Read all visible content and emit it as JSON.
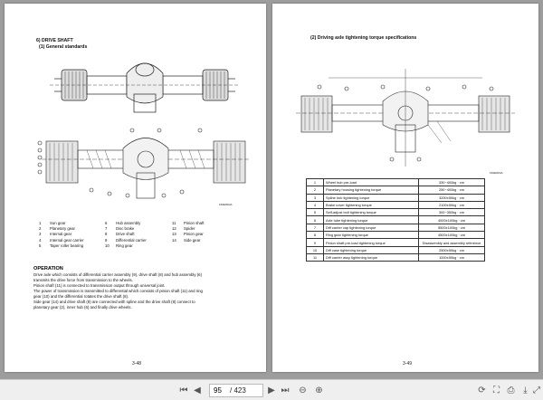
{
  "left_page": {
    "section_title": "6) DRIVE SHAFT",
    "subsection_title": "(1) General standards",
    "figure_code": "160E0D4A",
    "legend": [
      {
        "num": "1",
        "label": "Sun gear"
      },
      {
        "num": "2",
        "label": "Planetary gear"
      },
      {
        "num": "3",
        "label": "Internal gear"
      },
      {
        "num": "4",
        "label": "Internal gear carrier"
      },
      {
        "num": "5",
        "label": "Taper roller bearing"
      },
      {
        "num": "6",
        "label": "Hub assembly"
      },
      {
        "num": "7",
        "label": "Disc brake"
      },
      {
        "num": "8",
        "label": "Drive shaft"
      },
      {
        "num": "9",
        "label": "Differential carrier"
      },
      {
        "num": "10",
        "label": "Ring gear"
      },
      {
        "num": "11",
        "label": "Pinion shaft"
      },
      {
        "num": "12",
        "label": "Spider"
      },
      {
        "num": "13",
        "label": "Pinion gear"
      },
      {
        "num": "14",
        "label": "Side gear"
      }
    ],
    "operation_title": "OPERATION",
    "operation_lines": [
      "Drive axle which consists of differential carrier assembly (9), drive shaft (8) and hub assembly (6)",
      "transmits the drive force from transmission to the wheels.",
      "Pinion shaft (11) is connected to transmission output through universal joint.",
      "The power of transmission is transmitted to differential which consists of pinion shaft (11) and ring",
      "gear (10) and the differential rotates the drive shaft (8).",
      "Side gear (14) and drive shaft (8) are connected with spline and the drive shaft (8) connect to",
      "planetary gear (2), inner hub (6) and finally drive wheels."
    ],
    "page_number": "3-48"
  },
  "right_page": {
    "section_title": "(2) Driving axle tightening torque specifications",
    "figure_code": "160E0D4A",
    "torque_table": [
      {
        "no": "1",
        "item": "Wheel hub pre-load",
        "value": "330~400kg · cm"
      },
      {
        "no": "2",
        "item": "Planetary housing tightening torque",
        "value": "250~400kg · cm"
      },
      {
        "no": "3",
        "item": "Spline hub tightening torque",
        "value": "3200±50kg · cm"
      },
      {
        "no": "4",
        "item": "Brake cover tightening torque",
        "value": "2100±50kg · cm"
      },
      {
        "no": "5",
        "item": "Self-adjust bolt tightening torque",
        "value": "300~350kg · cm"
      },
      {
        "no": "6",
        "item": "Axle tube tightening torque",
        "value": "4000±100kg · cm"
      },
      {
        "no": "7",
        "item": "Diff carrier cap tightening torque",
        "value": "5500±100kg · cm"
      },
      {
        "no": "8",
        "item": "Ring gear tightening torque",
        "value": "4500±100kg · cm"
      },
      {
        "no": "9",
        "item": "Pinion shaft pre-load tightening torque",
        "value": "Disassembly and assembly reference"
      },
      {
        "no": "10",
        "item": "Diff case tightening torque",
        "value": "2500±50kg · cm"
      },
      {
        "no": "11",
        "item": "Diff carrier assy tightening torque",
        "value": "1000±50kg · cm"
      }
    ],
    "page_number": "3-49"
  },
  "toolbar": {
    "current_page": "95",
    "page_total": "/ 423",
    "icons": [
      "first-page-icon",
      "prev-page-icon",
      "next-page-icon",
      "last-page-icon",
      "zoom-out-icon",
      "zoom-in-icon",
      "rotate-icon",
      "fit-icon",
      "print-icon",
      "download-icon",
      "fullscreen-icon"
    ]
  }
}
